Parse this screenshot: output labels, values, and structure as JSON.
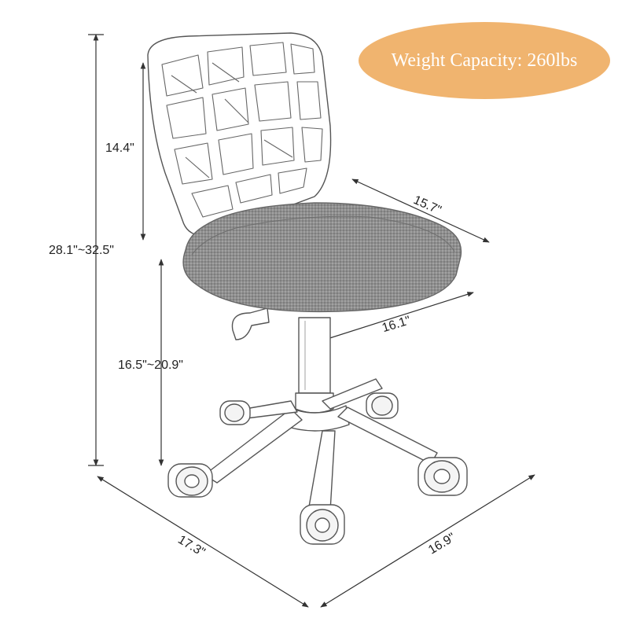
{
  "badge": {
    "text": "Weight Capacity: 260lbs",
    "color": "#f0b46f"
  },
  "dimensions": {
    "backrest_height": "14.4\"",
    "overall_height": "28.1\"~32.5\"",
    "seat_height": "16.5\"~20.9\"",
    "seat_depth": "15.7\"",
    "seat_width": "16.1\"",
    "base_left": "17.3\"",
    "base_right": "16.9\""
  },
  "colors": {
    "seat": "#8c8c8c",
    "outline": "#555555",
    "dimension_lines": "#333333"
  }
}
